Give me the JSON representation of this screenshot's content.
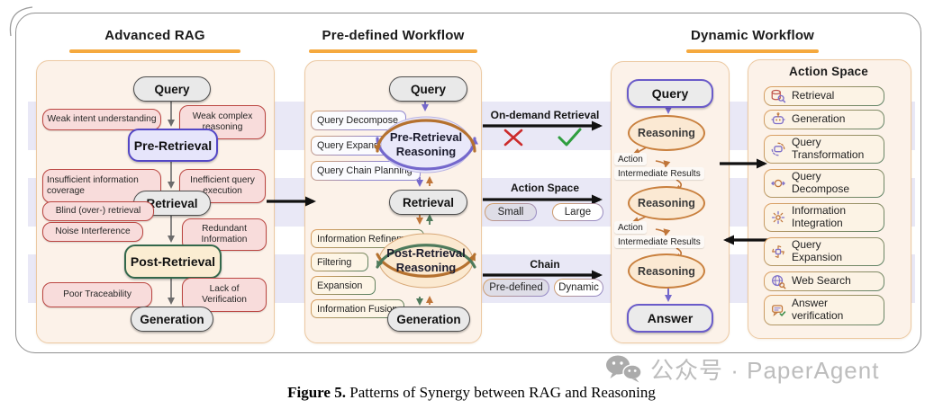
{
  "figure": {
    "caption_label": "Figure 5.",
    "caption_text": " Patterns of Synergy between RAG and Reasoning",
    "watermark_text": "公众号 · PaperAgent"
  },
  "colors": {
    "band": "#E9E8F6",
    "panel_bg": "#FCF2E9",
    "panel_border": "#ECC9A2",
    "underline_orange": "#F5A93E",
    "weakness_bg": "#F8DCDB",
    "weakness_border": "#BB4642",
    "purple": "#5447C5",
    "green": "#33684B",
    "orange": "#C0763A",
    "check_green": "#2F9E3F",
    "cross_red": "#CC2B2B"
  },
  "advanced_rag": {
    "title": "Advanced RAG",
    "nodes": {
      "query": "Query",
      "pre_retrieval": "Pre-Retrieval",
      "retrieval": "Retrieval",
      "post_retrieval": "Post-Retrieval",
      "generation": "Generation"
    },
    "weaknesses": [
      "Weak intent understanding",
      "Weak complex reasoning",
      "Insufficient information coverage",
      "Inefficient query execution",
      "Blind (over-) retrieval",
      "Noise Interference",
      "Redundant Information",
      "Poor Traceability",
      "Lack of Verification"
    ]
  },
  "predefined_workflow": {
    "title": "Pre-defined Workflow",
    "nodes": {
      "query": "Query",
      "pre_reasoning": "Pre-Retrieval Reasoning",
      "retrieval": "Retrieval",
      "post_reasoning": "Post-Retrieval Reasoning",
      "generation": "Generation"
    },
    "pre_items": [
      "Query Decompose",
      "Query Expansion",
      "Query Chain Planning"
    ],
    "post_items": [
      "Information Refinement",
      "Filtering",
      "Expansion",
      "Information Fusion"
    ]
  },
  "connectors": [
    {
      "label": "On-demand Retrieval",
      "marks": [
        "cross",
        "check"
      ]
    },
    {
      "label": "Action Space",
      "pills": [
        "Small",
        "Large"
      ]
    },
    {
      "label": "Chain",
      "pills": [
        "Pre-defined",
        "Dynamic"
      ]
    }
  ],
  "dynamic_workflow": {
    "title": "Dynamic Workflow",
    "query": "Query",
    "reasoning": "Reasoning",
    "answer": "Answer",
    "action_label": "Action",
    "intermediate_label": "Intermediate Results"
  },
  "action_space": {
    "title": "Action Space",
    "items": [
      {
        "label": "Retrieval",
        "icon": "retrieval-icon"
      },
      {
        "label": "Generation",
        "icon": "generation-icon"
      },
      {
        "label": "Query Transformation",
        "icon": "query-transformation-icon"
      },
      {
        "label": "Query Decompose",
        "icon": "query-decompose-icon"
      },
      {
        "label": "Information Integration",
        "icon": "information-integration-icon"
      },
      {
        "label": "Query Expansion",
        "icon": "query-expansion-icon"
      },
      {
        "label": "Web Search",
        "icon": "web-search-icon"
      },
      {
        "label": "Answer verification",
        "icon": "answer-verification-icon"
      }
    ]
  }
}
